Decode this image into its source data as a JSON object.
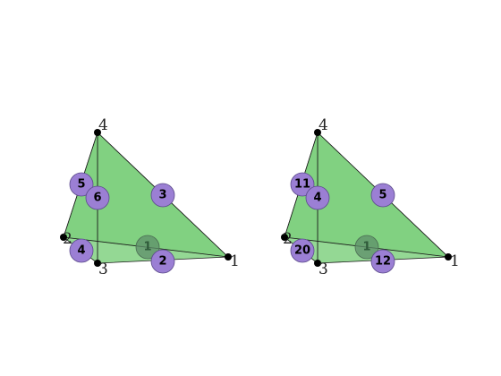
{
  "panels": [
    {
      "vertices": [
        {
          "label": "1"
        },
        {
          "label": "2"
        },
        {
          "label": "3"
        },
        {
          "label": "4"
        }
      ],
      "nodes": [
        {
          "label": "1",
          "hidden": true
        },
        {
          "label": "2",
          "hidden": false
        },
        {
          "label": "3",
          "hidden": false
        },
        {
          "label": "4",
          "hidden": false
        },
        {
          "label": "5",
          "hidden": false
        },
        {
          "label": "6",
          "hidden": false
        }
      ]
    },
    {
      "vertices": [
        {
          "label": "1"
        },
        {
          "label": "2"
        },
        {
          "label": "3"
        },
        {
          "label": "4"
        }
      ],
      "nodes": [
        {
          "label": "1",
          "hidden": true
        },
        {
          "label": "12",
          "hidden": false
        },
        {
          "label": "5",
          "hidden": false
        },
        {
          "label": "20",
          "hidden": false
        },
        {
          "label": "11",
          "hidden": false
        },
        {
          "label": "4",
          "hidden": false
        }
      ]
    }
  ],
  "colors": {
    "face": "#7dd07d",
    "node": "#9b7fd4",
    "hidden_node": "#5e8e6a"
  }
}
